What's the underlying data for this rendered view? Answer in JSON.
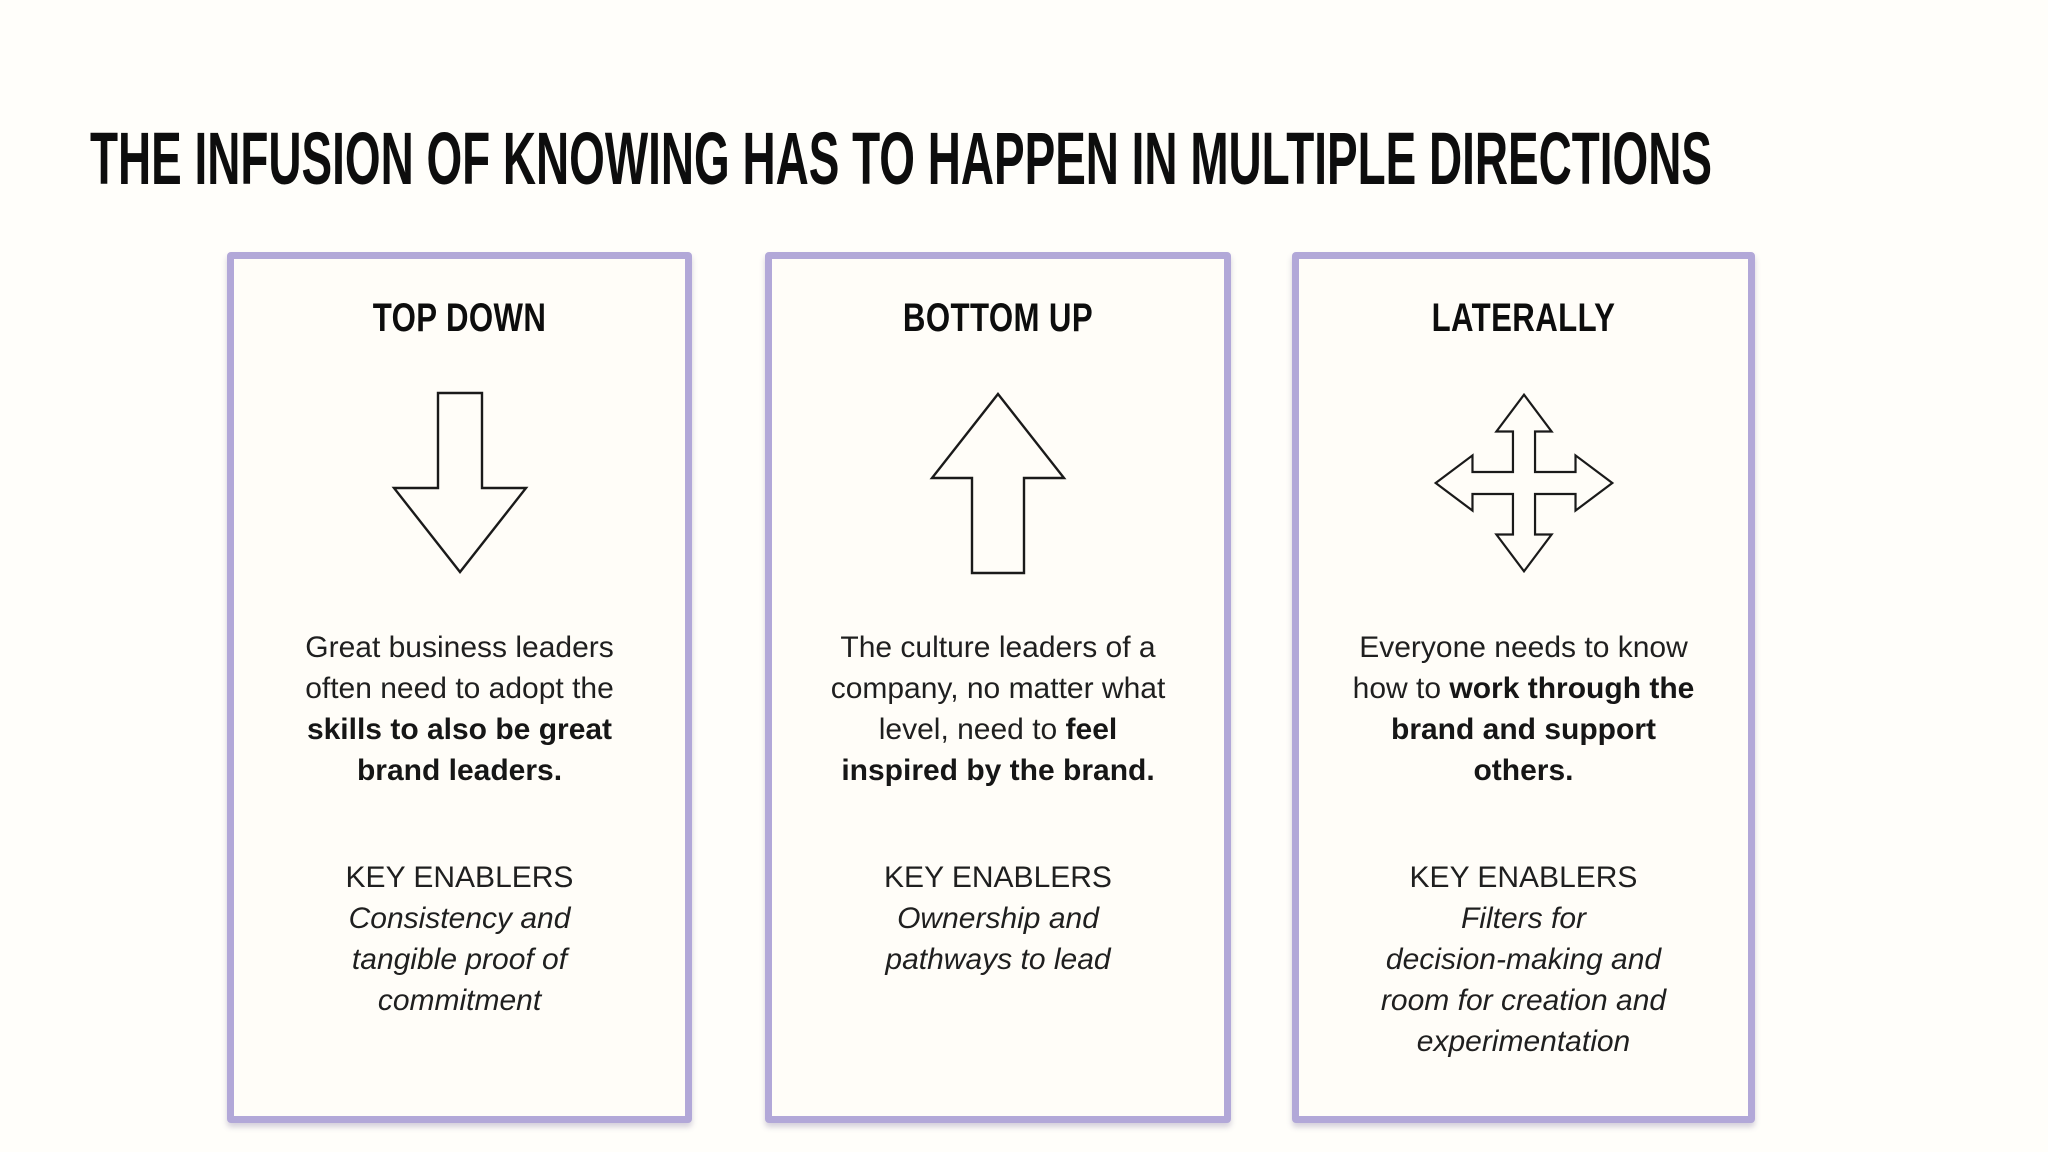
{
  "slide": {
    "title": "THE INFUSION OF KNOWING HAS TO HAPPEN IN MULTIPLE DIRECTIONS"
  },
  "colors": {
    "page_background": "#fffefa",
    "card_background": "#fffdf8",
    "card_border": "#b2a8d8",
    "heading_text": "#0d0d0d",
    "body_text": "#1f1f1f"
  },
  "cards": [
    {
      "heading": "TOP DOWN",
      "arrow_icon": "arrow-down-icon",
      "body_prefix": "Great business leaders often need to adopt the ",
      "body_bold": "skills to also be great brand leaders.",
      "enablers_label": "KEY ENABLERS",
      "enablers_lines": [
        "Consistency and",
        "tangible proof of",
        "commitment"
      ]
    },
    {
      "heading": "BOTTOM UP",
      "arrow_icon": "arrow-up-icon",
      "body_prefix": "The culture leaders of a company, no matter what level, need to ",
      "body_bold": "feel inspired by the brand.",
      "enablers_label": "KEY ENABLERS",
      "enablers_lines": [
        "Ownership and",
        "pathways to lead"
      ]
    },
    {
      "heading": "LATERALLY",
      "arrow_icon": "arrow-four-way-icon",
      "body_prefix": "Everyone needs to know how to ",
      "body_bold": "work through the brand and support others.",
      "enablers_label": "KEY ENABLERS",
      "enablers_lines": [
        "Filters for",
        "decision-making and",
        "room for creation and",
        "experimentation"
      ]
    }
  ]
}
